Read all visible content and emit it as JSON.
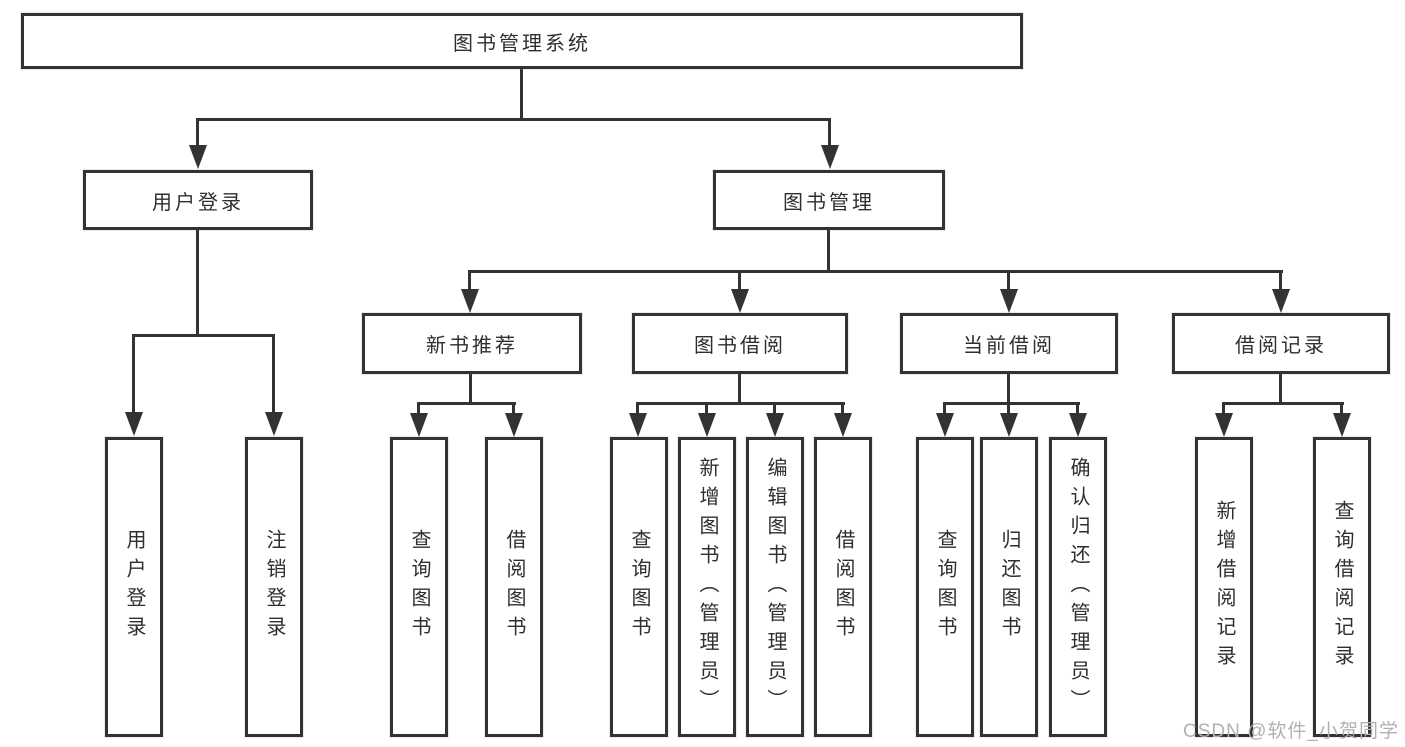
{
  "tree": {
    "root": {
      "label": "图书管理系统"
    },
    "branches": [
      {
        "label": "用户登录",
        "children": [
          {
            "label": "用户登录"
          },
          {
            "label": "注销登录"
          }
        ]
      },
      {
        "label": "图书管理",
        "children": [
          {
            "label": "新书推荐",
            "children": [
              {
                "label": "查询图书"
              },
              {
                "label": "借阅图书"
              }
            ]
          },
          {
            "label": "图书借阅",
            "children": [
              {
                "label": "查询图书"
              },
              {
                "label": "新增图书（管理员）"
              },
              {
                "label": "编辑图书（管理员）"
              },
              {
                "label": "借阅图书"
              }
            ]
          },
          {
            "label": "当前借阅",
            "children": [
              {
                "label": "查询图书"
              },
              {
                "label": "归还图书"
              },
              {
                "label": "确认归还（管理员）"
              }
            ]
          },
          {
            "label": "借阅记录",
            "children": [
              {
                "label": "新增借阅记录"
              },
              {
                "label": "查询借阅记录"
              }
            ]
          }
        ]
      }
    ]
  },
  "watermark": {
    "text": "CSDN @软件_小贺同学"
  },
  "colors": {
    "background": "#ffffff",
    "box_border": "#333333",
    "connector": "#333333",
    "text": "#2f2f2f",
    "watermark": "#b1b1b1"
  }
}
